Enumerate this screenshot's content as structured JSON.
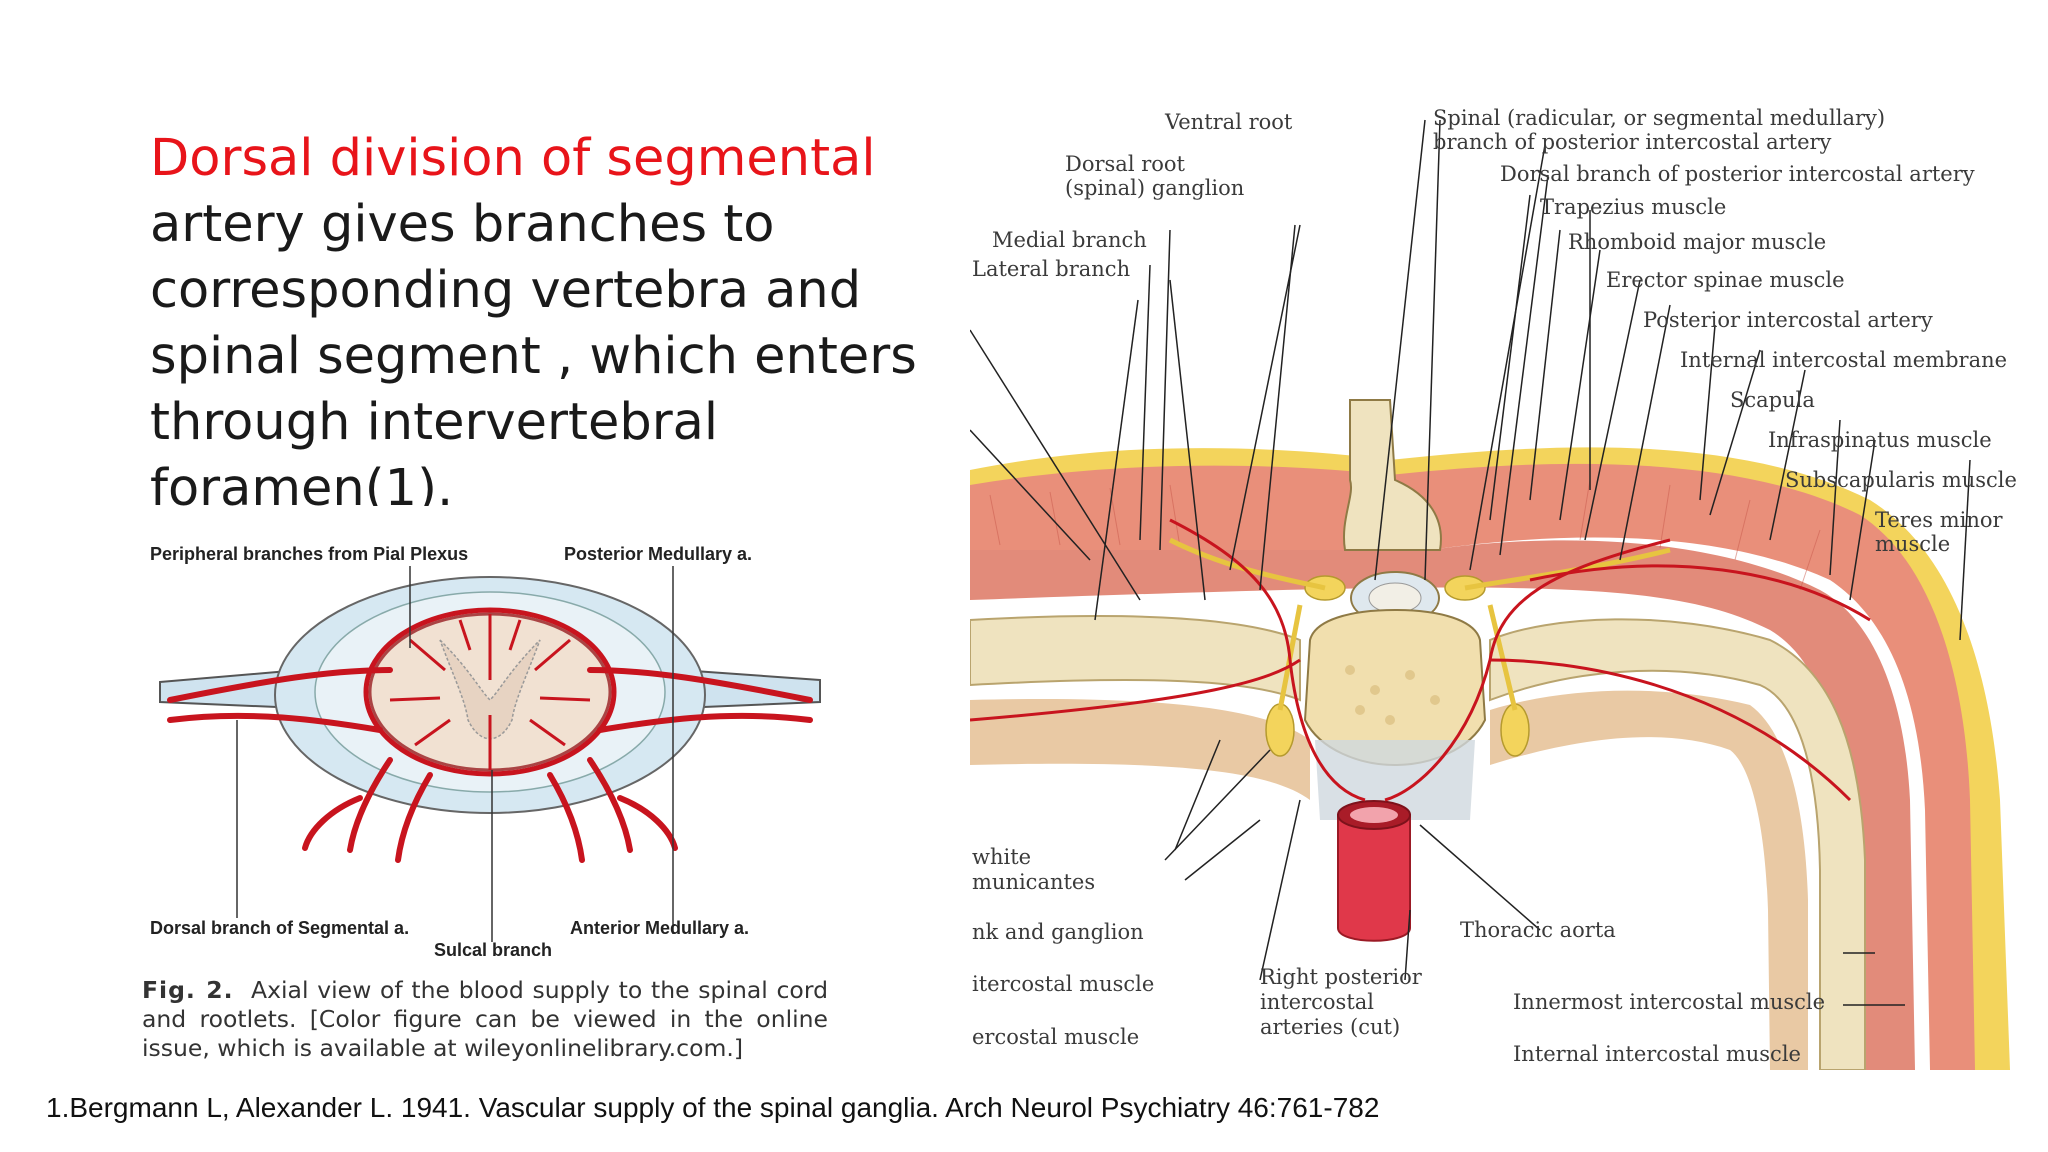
{
  "bullet": {
    "symbol": "•",
    "highlight": "Dorsal division of segmental",
    "lines": [
      "artery gives branches to",
      "corresponding vertebra and",
      "spinal segment , which enters",
      "through intervertebral",
      "foramen(1)."
    ]
  },
  "figure_left": {
    "labels": {
      "peripheral": "Peripheral branches from Pial Plexus",
      "posterior": "Posterior Medullary a.",
      "dorsal": "Dorsal branch of Segmental a.",
      "anterior": "Anterior Medullary a.",
      "sulcal": "Sulcal branch"
    },
    "caption_fig": "Fig. 2.",
    "caption_text": "Axial view of the blood supply to the spinal cord and rootlets. [Color figure can be viewed in the online issue, which is available at wileyonlinelibrary.com.]"
  },
  "figure_right": {
    "labels": {
      "ventral_root": "Ventral root",
      "dorsal_root_1": "Dorsal root",
      "dorsal_root_2": "(spinal) ganglion",
      "medial_branch": "Medial branch",
      "lateral_branch": "Lateral branch",
      "spinal_branch_1": "Spinal (radicular, or segmental medullary)",
      "spinal_branch_2": "branch of posterior intercostal artery",
      "dorsal_branch": "Dorsal branch of posterior intercostal artery",
      "trapezius": "Trapezius muscle",
      "rhomboid": "Rhomboid major muscle",
      "erector": "Erector spinae muscle",
      "posterior_intercostal": "Posterior intercostal artery",
      "internal_membrane": "Internal intercostal membrane",
      "scapula": "Scapula",
      "infraspinatus": "Infraspinatus muscle",
      "subscapularis": "Subscapularis muscle",
      "teres_1": "Teres minor",
      "teres_2": "muscle",
      "white_1": "white",
      "white_2": "municantes",
      "trunk": "nk and ganglion",
      "intercostal_1": "itercostal muscle",
      "intercostal_2": "ercostal muscle",
      "right_post_1": "Right posterior",
      "right_post_2": "intercostal",
      "right_post_3": "arteries (cut)",
      "thoracic_aorta": "Thoracic aorta",
      "innermost": "Innermost intercostal muscle",
      "internal_muscle": "Internal intercostal muscle"
    }
  },
  "reference": "1.Bergmann L, Alexander L. 1941. Vascular supply of the spinal ganglia. Arch Neurol Psychiatry 46:761-782",
  "colors": {
    "highlight_red": "#e8141a",
    "artery_red": "#c8141e",
    "muscle_salmon": "#e98f7a",
    "bone": "#efe3bf",
    "fat_yellow": "#f3d45c"
  }
}
